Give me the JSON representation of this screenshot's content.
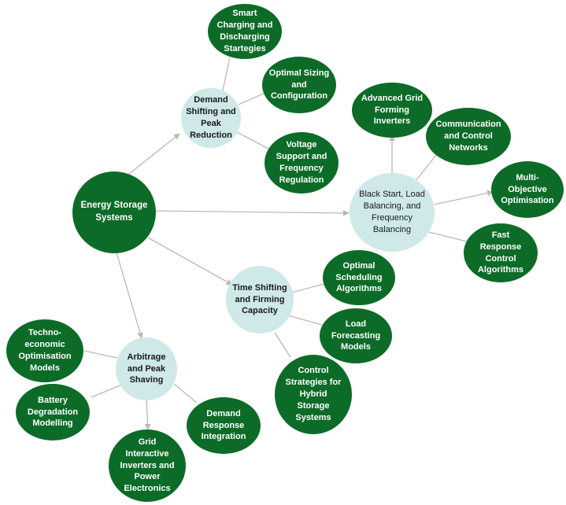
{
  "colors": {
    "dark_node": "#0d6b28",
    "light_node": "#cfe8e8",
    "edge": "#b9b9b9"
  },
  "nodes": {
    "root": "Energy Storage Systems",
    "demand_shifting": "Demand Shifting and Peak Reduction",
    "smart_charging": "Smart Charging and Discharging Startegies",
    "optimal_sizing": "Optimal Sizing and Configuration",
    "voltage_support": "Voltage Support and Frequency Regulation",
    "black_start": "Black Start, Load Balancing, and Frequency Balancing",
    "advanced_grid": "Advanced Grid Forming Inverters",
    "communication": "Communication and Control Networks",
    "multi_objective": "Multi-Objective Optimisation",
    "fast_response": "Fast Response Control Algorithms",
    "time_shifting": "Time Shifting and Firming Capacity",
    "optimal_scheduling": "Optimal Scheduling Algorithms",
    "load_forecasting": "Load Forecasting Models",
    "control_strategies": "Control Strategies for Hybrid Storage Systems",
    "arbitrage": "Arbitrage and Peak Shaving",
    "techno_economic": "Techno-economic Optimisation Models",
    "battery_degradation": "Battery Degradation Modelling",
    "grid_interactive": "Grid Interactive Inverters and Power Electronics",
    "demand_response": "Demand Response Integration"
  }
}
